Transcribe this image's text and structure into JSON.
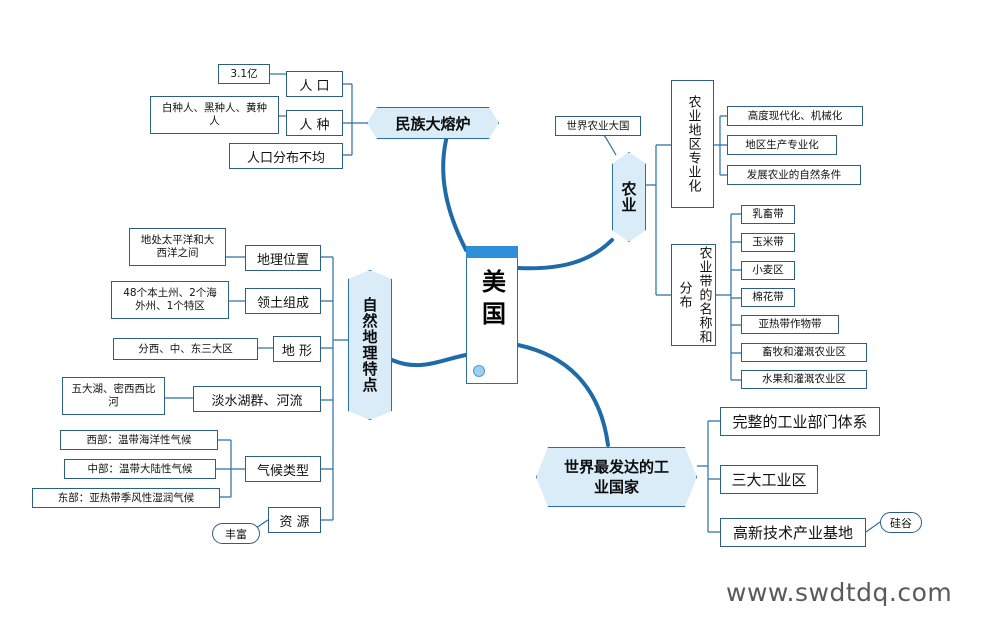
{
  "center": {
    "title": "美国"
  },
  "branches": {
    "ethnic": {
      "label": "民族大熔炉",
      "population": {
        "label": "人 口",
        "value": "3.1亿"
      },
      "race": {
        "label": "人 种",
        "value": "白种人、黑种人、黄种人"
      },
      "distribution": {
        "label": "人口分布不均"
      }
    },
    "nature": {
      "label": "自然地理特点",
      "location": {
        "label": "地理位置",
        "value": "地处太平洋和大西洋之间"
      },
      "territory": {
        "label": "领土组成",
        "value": "48个本土州、2个海外州、1个特区"
      },
      "terrain": {
        "label": "地 形",
        "value": "分西、中、东三大区"
      },
      "water": {
        "label": "淡水湖群、河流",
        "value": "五大湖、密西西比河"
      },
      "climate": {
        "label": "气候类型",
        "items": [
          "西部：温带海洋性气候",
          "中部：温带大陆性气候",
          "东部：亚热带季风性湿润气候"
        ]
      },
      "resources": {
        "label": "资 源",
        "value": "丰富"
      }
    },
    "agriculture": {
      "label": "农业",
      "tag": "世界农业大国",
      "region": {
        "label": "农业地区专业化",
        "items": [
          "高度现代化、机械化",
          "地区生产专业化",
          "发展农业的自然条件"
        ]
      },
      "belts": {
        "label": "农业带的名称和分布",
        "items": [
          "乳畜带",
          "玉米带",
          "小麦区",
          "棉花带",
          "亚热带作物带",
          "畜牧和灌溉农业区",
          "水果和灌溉农业区"
        ]
      }
    },
    "industry": {
      "label": "世界最发达的工业国家",
      "items": [
        "完整的工业部门体系",
        "三大工业区",
        "高新技术产业基地"
      ],
      "tag": "硅谷"
    }
  },
  "watermark": "www.swdtdq.com"
}
